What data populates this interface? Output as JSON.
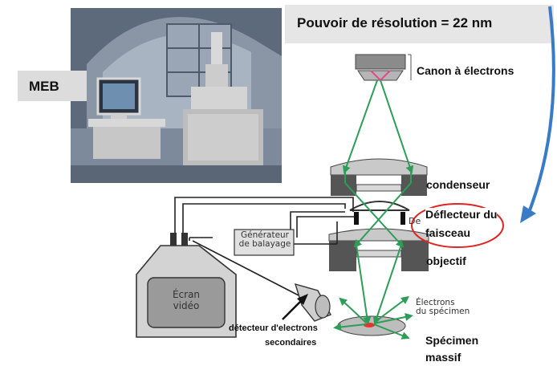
{
  "title": "Pouvoir de résolution = 22 nm",
  "meb_label": "MEB",
  "labels": {
    "canon": "Canon à électrons",
    "condenseur": "condenseur",
    "deflecteur_line1": "Déflecteur du",
    "deflecteur_line2": "faisceau",
    "objectif": "objectif",
    "specimen_line1": "Spécimen",
    "specimen_line2": "massif",
    "detecteur_line1": "détecteur d'electrons",
    "detecteur_line2": "secondaires"
  },
  "printed": {
    "generateur_line1": "Générateur",
    "generateur_line2": "de balayage",
    "ecran_line1": "Écran",
    "ecran_line2": "vidéo",
    "electrons_line1": "Électrons",
    "electrons_line2": "du spécimen",
    "de_partial": "De"
  },
  "colors": {
    "beam": "#2e9d57",
    "arrow": "#3a7bc8",
    "circle": "#e02424",
    "specimen_spot": "#e8332a"
  }
}
